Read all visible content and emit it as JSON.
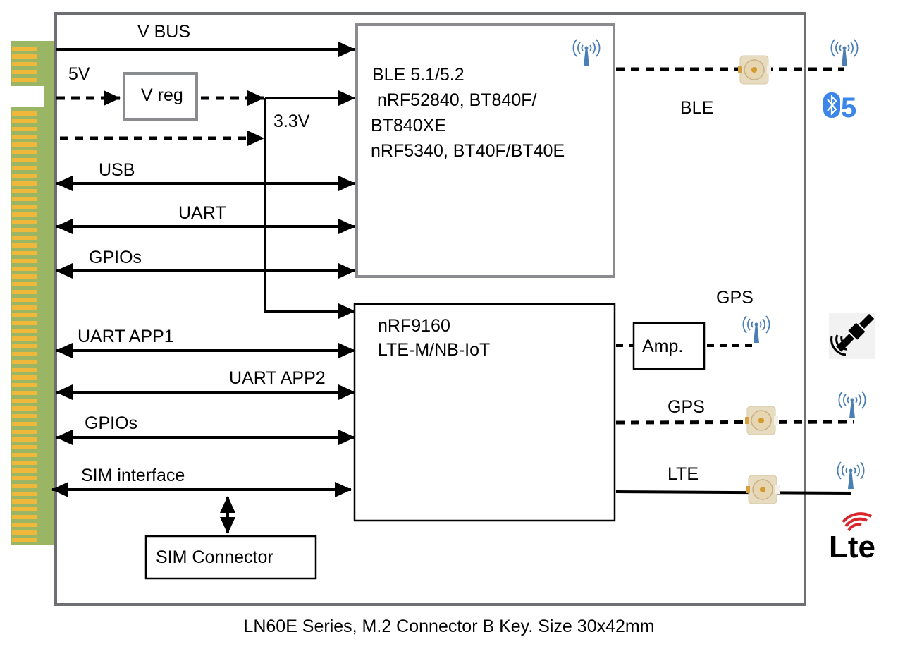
{
  "diagram": {
    "caption": "LN60E Series, M.2 Connector B Key. Size 30x42mm",
    "colors": {
      "board_border": "#6e6f73",
      "ble_box_border": "#8a8b8e",
      "edge_connector_green": "#9ab564",
      "edge_connector_pins": "#f0b83a",
      "antenna_blue": "#4a7fb5",
      "bluetooth_blue": "#3b86e8",
      "lte_red": "#d9262c"
    },
    "power": {
      "vbus_label": "V BUS",
      "five_v_label": "5V",
      "vreg_label": "V reg",
      "three_v3_label": "3.3V"
    },
    "ble_block": {
      "lines": [
        "BLE 5.1/5.2",
        " nRF52840, BT840F/",
        "BT840XE",
        "nRF5340, BT40F/BT40E"
      ],
      "signals": [
        "USB",
        "UART",
        "GPIOs"
      ],
      "rf_label": "BLE",
      "badge": "5"
    },
    "lte_block": {
      "lines": [
        "nRF9160",
        "LTE-M/NB-IoT"
      ],
      "signals": [
        "UART APP1",
        "UART APP2",
        "GPIOs",
        "SIM interface"
      ],
      "sim_connector_label": "SIM Connector",
      "amp_label": "Amp.",
      "gps_label_top": "GPS",
      "gps_label_bottom": "GPS",
      "lte_label": "LTE",
      "lte_logo_text": "Lte"
    },
    "icons": [
      "antenna-icon",
      "ufl-connector-icon",
      "bluetooth-icon",
      "satellite-icon",
      "lte-logo-icon"
    ]
  }
}
